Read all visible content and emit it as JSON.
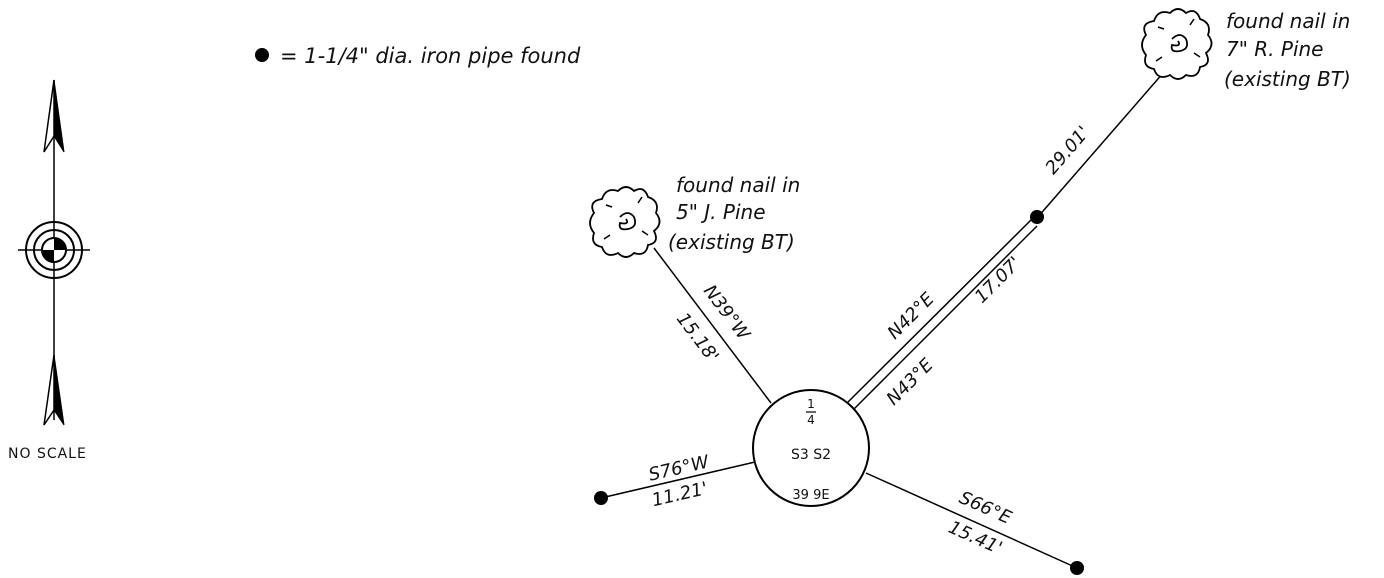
{
  "legend": {
    "text": "= 1-1/4\" dia. iron pipe found"
  },
  "north_arrow": {
    "scale_text": "NO SCALE"
  },
  "section_corner": {
    "fraction_numerator": "1",
    "fraction_denominator": "4",
    "sections": "S3 S2",
    "township_range": "39 9E"
  },
  "bearing_trees": [
    {
      "id": "j-pine",
      "lines": [
        "found nail in",
        "5\" J. Pine",
        "(existing BT)"
      ],
      "bearing": "N39°W",
      "distance": "15.18'"
    },
    {
      "id": "r-pine",
      "lines": [
        "found nail in",
        "7\" R. Pine",
        "(existing BT)"
      ],
      "distance": "29.01'"
    }
  ],
  "ties": [
    {
      "id": "ne-pipe",
      "bearing_old": "N42°E",
      "bearing_new": "N43°E",
      "distance": "17.07'"
    },
    {
      "id": "w-pipe",
      "bearing": "S76°W",
      "distance": "11.21'"
    },
    {
      "id": "se-pipe",
      "bearing": "S66°E",
      "distance": "15.41'"
    }
  ]
}
